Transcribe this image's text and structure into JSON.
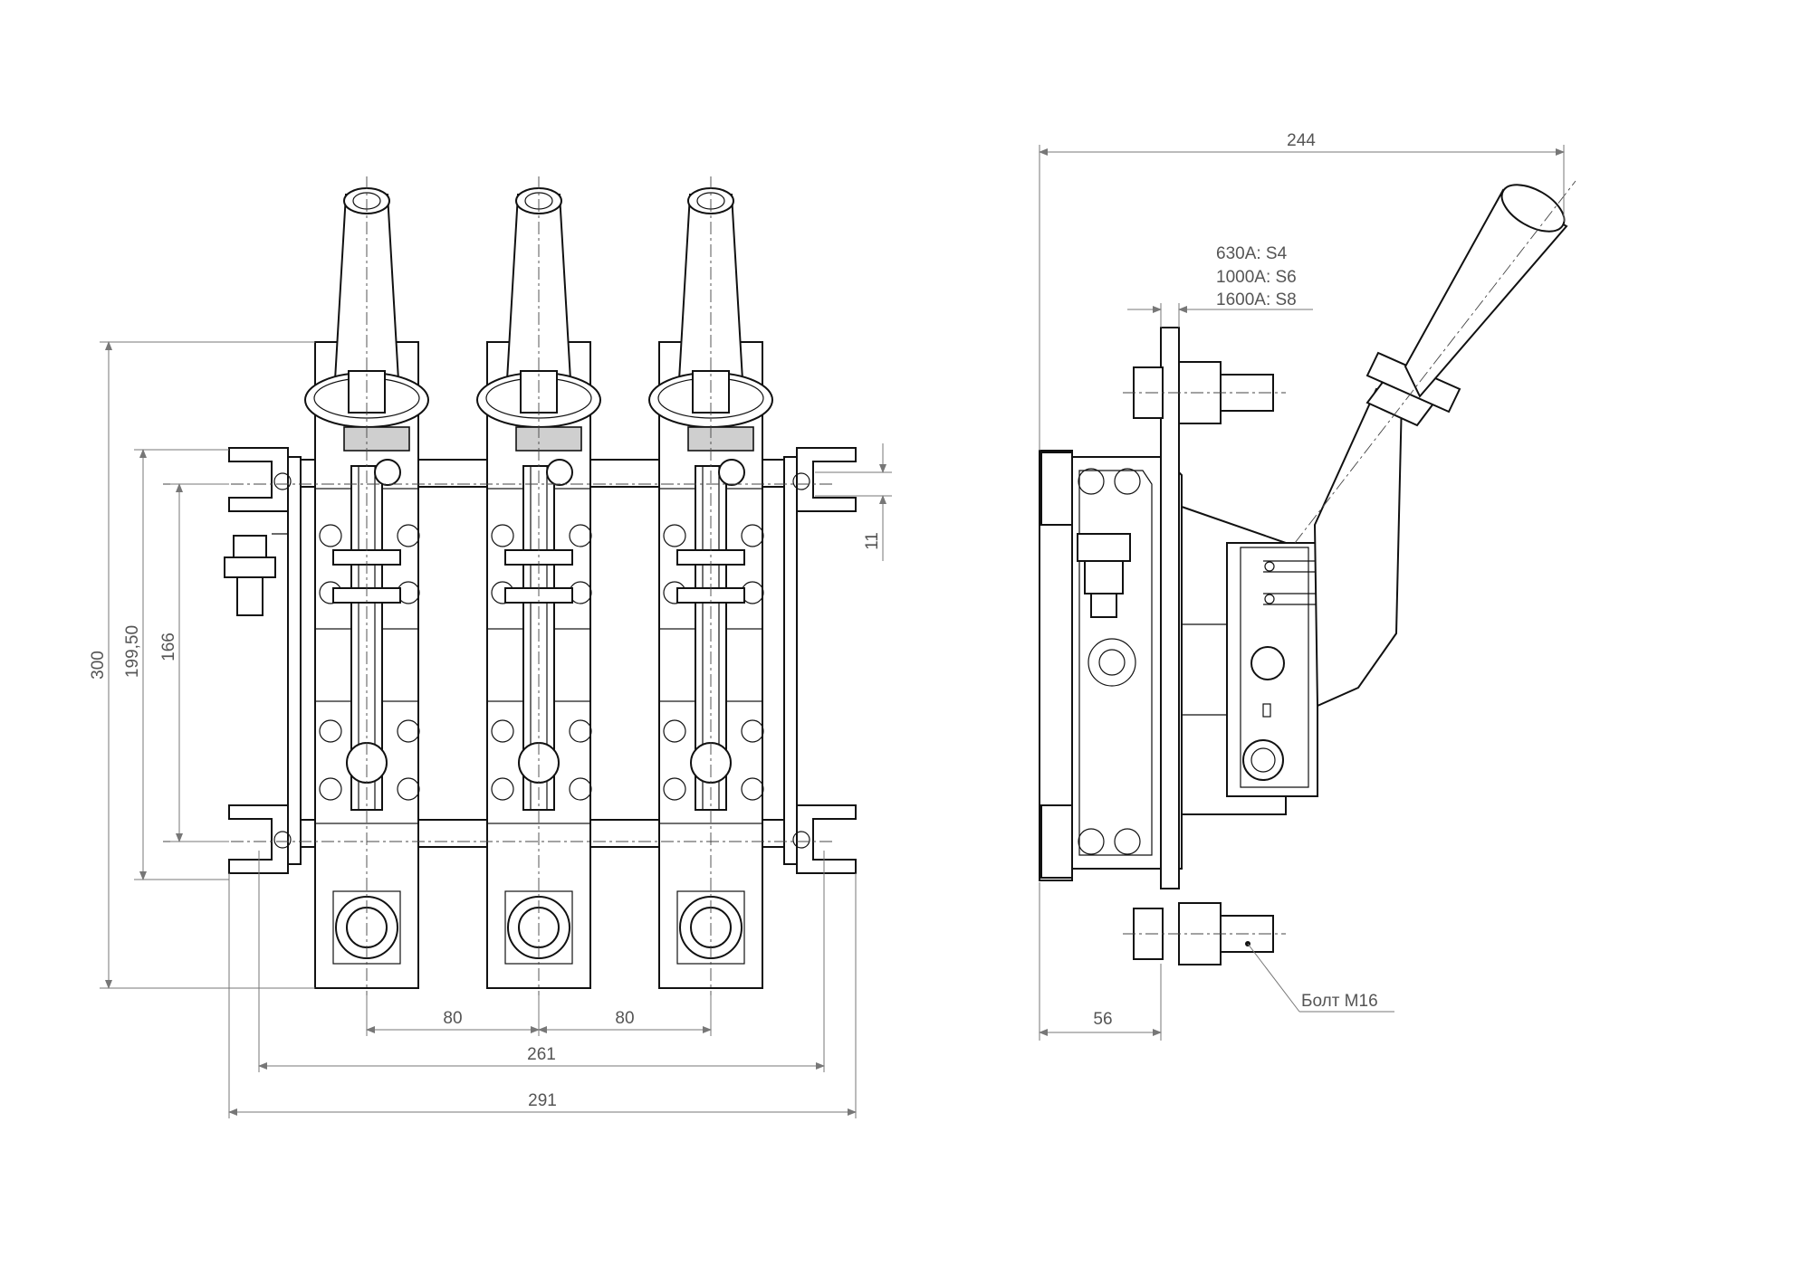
{
  "dimensions": {
    "front_height_total": "300",
    "front_height_mount": "199,50",
    "front_height_inner": "166",
    "front_small_gap": "11",
    "pole_spacing_1": "80",
    "pole_spacing_2": "80",
    "mount_width": "261",
    "overall_width": "291",
    "side_depth_total": "244",
    "side_depth_front": "56"
  },
  "cable_sizes": {
    "line1": "630A:   S4",
    "line2": "1000A:  S6",
    "line3": "1600A:  S8"
  },
  "callouts": {
    "bolt": "Болт М16"
  }
}
